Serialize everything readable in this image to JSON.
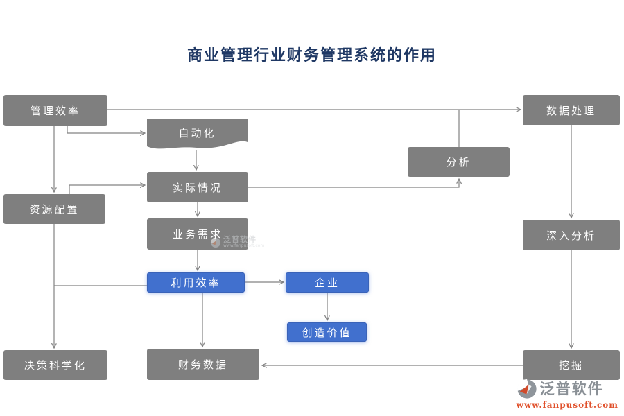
{
  "title": "商业管理行业财务管理系统的作用",
  "nodes": {
    "management_efficiency": {
      "label": "管理效率",
      "type": "gray"
    },
    "automation": {
      "label": "自动化",
      "type": "document"
    },
    "analysis": {
      "label": "分析",
      "type": "gray"
    },
    "data_processing": {
      "label": "数据处理",
      "type": "gray"
    },
    "resource_allocation": {
      "label": "资源配置",
      "type": "gray"
    },
    "actual_situation": {
      "label": "实际情况",
      "type": "gray"
    },
    "business_needs": {
      "label": "业务需求",
      "type": "gray"
    },
    "deep_analysis": {
      "label": "深入分析",
      "type": "gray"
    },
    "utilization_efficiency": {
      "label": "利用效率",
      "type": "blue"
    },
    "enterprise": {
      "label": "企业",
      "type": "blue"
    },
    "create_value": {
      "label": "创造价值",
      "type": "blue"
    },
    "scientific_decision": {
      "label": "决策科学化",
      "type": "gray"
    },
    "financial_data": {
      "label": "财务数据",
      "type": "gray"
    },
    "mining": {
      "label": "挖掘",
      "type": "gray"
    }
  },
  "edges": [
    {
      "from": "management_efficiency",
      "to": "data_processing"
    },
    {
      "from": "management_efficiency",
      "to": "resource_allocation"
    },
    {
      "from": "management_efficiency",
      "to": "automation"
    },
    {
      "from": "automation",
      "to": "actual_situation"
    },
    {
      "from": "resource_allocation",
      "to": "actual_situation"
    },
    {
      "from": "actual_situation",
      "to": "business_needs"
    },
    {
      "from": "actual_situation",
      "to": "analysis"
    },
    {
      "from": "analysis",
      "to": "data_processing"
    },
    {
      "from": "data_processing",
      "to": "deep_analysis"
    },
    {
      "from": "deep_analysis",
      "to": "mining"
    },
    {
      "from": "mining",
      "to": "financial_data"
    },
    {
      "from": "business_needs",
      "to": "utilization_efficiency"
    },
    {
      "from": "resource_allocation",
      "to": "scientific_decision"
    },
    {
      "from": "resource_allocation",
      "to": "utilization_efficiency"
    },
    {
      "from": "utilization_efficiency",
      "to": "financial_data"
    },
    {
      "from": "utilization_efficiency",
      "to": "enterprise"
    },
    {
      "from": "enterprise",
      "to": "create_value"
    }
  ],
  "watermark": {
    "brand": "泛普软件",
    "url": "www.fanpusoft.com"
  },
  "logo": {
    "brand": "泛普软件",
    "url": "www.fanpusoft.com"
  },
  "colors": {
    "box_gray": "#7f7f7f",
    "box_blue": "#4170ce",
    "line": "#828282",
    "title": "#1F3864",
    "brand_gray": "#8a9096",
    "url_orange": "#e0502b"
  }
}
